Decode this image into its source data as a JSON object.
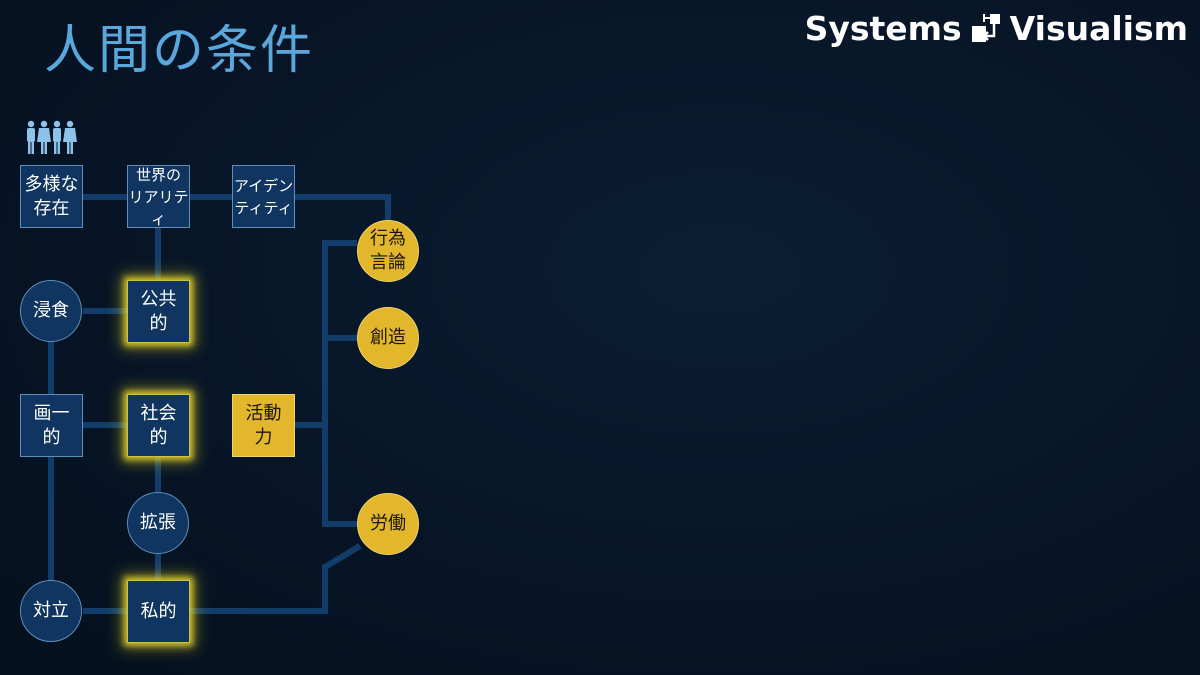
{
  "title": "人間の条件",
  "brand": {
    "left": "Systems",
    "right": "Visualism",
    "logo_icon": "systems-visualism-logo-icon"
  },
  "colors": {
    "background": "#071527",
    "title": "#5aa7dc",
    "node_fill": "#0f3560",
    "node_border": "#5d8fbc",
    "connector": "#123d6b",
    "gold": "#e3b72b",
    "highlight_glow": "#e6d228"
  },
  "people_icon": "people-group-icon",
  "nodes": {
    "diverse_existence": "多様な\n存在",
    "world_reality": "世界の\nリアリティ",
    "identity": "アイデン\nティティ",
    "action_speech": "行為\n言論",
    "erosion": "浸食",
    "public": "公共\n的",
    "creation": "創造",
    "uniform": "画一\n的",
    "social": "社会\n的",
    "activity": "活動\n力",
    "expansion": "拡張",
    "labor": "労働",
    "opposition": "対立",
    "private": "私的"
  }
}
